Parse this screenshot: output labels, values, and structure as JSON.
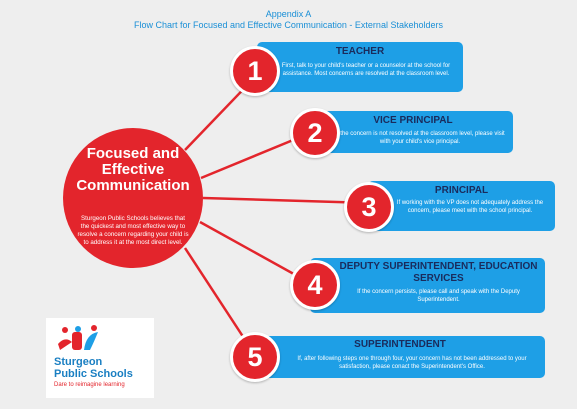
{
  "header": {
    "line1": "Appendix A",
    "line2": "Flow Chart for Focused and Effective Communication - External Stakeholders"
  },
  "center": {
    "title": "Focused and Effective Communication",
    "body": "Sturgeon Public Schools believes that the quickest and most effective way to resolve a concern regarding your child is to address it at the most direct level."
  },
  "steps": [
    {
      "number": "1",
      "title": "TEACHER",
      "text": "First, talk to your child's teacher or a counselor at the school for assistance. Most concerns are resolved at the classroom level."
    },
    {
      "number": "2",
      "title": "VICE PRINCIPAL",
      "text": "If the concern is not resolved at the classroom level, please visit with your child's vice principal."
    },
    {
      "number": "3",
      "title": "PRINCIPAL",
      "text": "If working with the VP does not adequately address the concern, please meet with the school principal."
    },
    {
      "number": "4",
      "title": "DEPUTY SUPERINTENDENT, EDUCATION SERVICES",
      "text": "If the concern persists, please call and speak with the Deputy Superintendent."
    },
    {
      "number": "5",
      "title": "SUPERINTENDENT",
      "text": "If, after following steps one through four, your concern has not been addressed to your satisfaction, please conact the Superintendent's Office."
    }
  ],
  "logo": {
    "line1": "Sturgeon",
    "line2": "Public Schools",
    "tagline": "Dare to reimagine learning"
  },
  "colors": {
    "red": "#e3252c",
    "blue": "#1e9fe6",
    "navy": "#1a2b5c"
  }
}
